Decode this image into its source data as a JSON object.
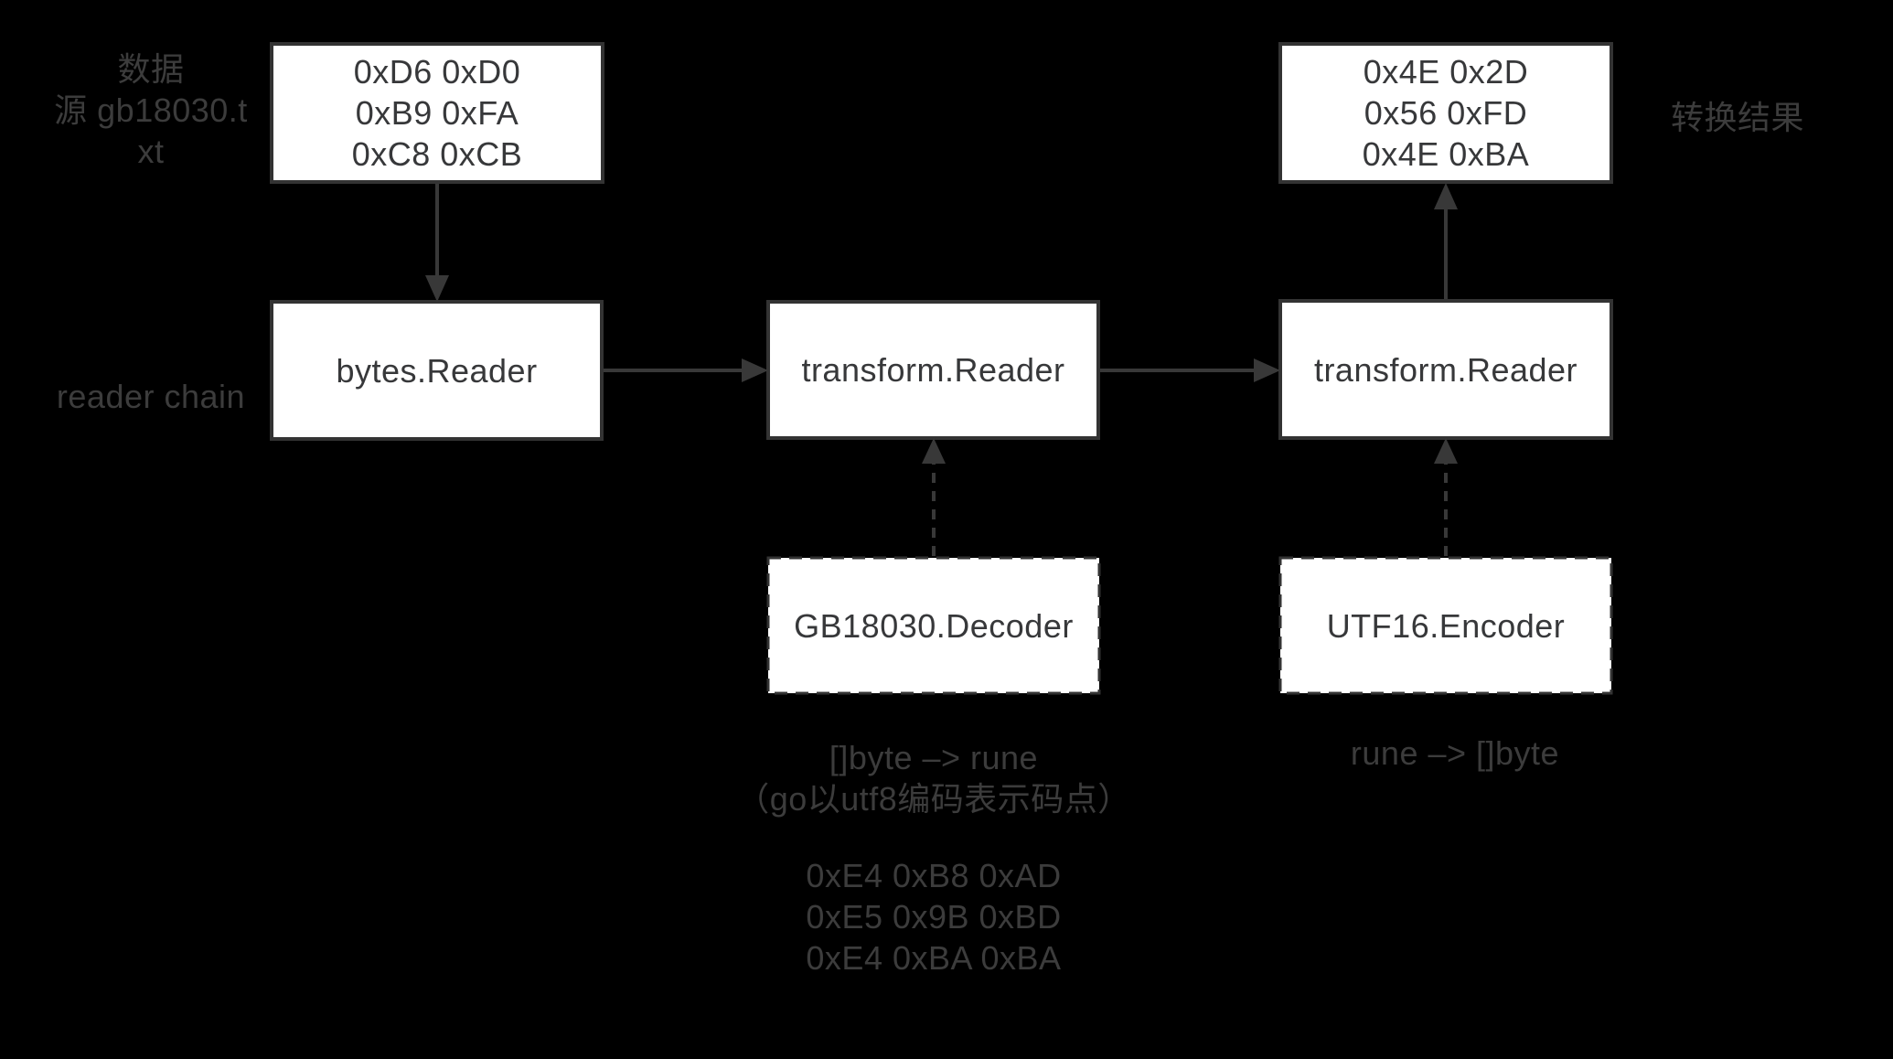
{
  "diagram": {
    "title_semantic": "gb18030-to-utf16 reader chain diagram",
    "colors": {
      "background": "#000000",
      "box_fill": "#ffffff",
      "box_border": "#333333",
      "box_text": "#37383a",
      "label_text": "#3c3c3c",
      "arrow": "#383838"
    }
  },
  "labels": {
    "source": {
      "lines": [
        "数据",
        "源 gb18030.t",
        "xt"
      ]
    },
    "reader_chain": "reader chain",
    "result": "转换结果",
    "decoder_note": {
      "lines": [
        "[]byte –> rune",
        "（go以utf8编码表示码点）"
      ]
    },
    "encoder_note": "rune –> []byte",
    "utf8_bytes": {
      "lines": [
        "0xE4 0xB8 0xAD",
        "0xE5 0x9B 0xBD",
        "0xE4 0xBA 0xBA"
      ]
    }
  },
  "boxes": {
    "source_bytes": {
      "lines": [
        "0xD6 0xD0",
        "0xB9 0xFA",
        "0xC8 0xCB"
      ]
    },
    "result_bytes": {
      "lines": [
        "0x4E 0x2D",
        "0x56 0xFD",
        "0x4E 0xBA"
      ]
    },
    "bytes_reader": "bytes.Reader",
    "transform_reader_1": "transform.Reader",
    "transform_reader_2": "transform.Reader",
    "gb18030_decoder": "GB18030.Decoder",
    "utf16_encoder": "UTF16.Encoder"
  }
}
